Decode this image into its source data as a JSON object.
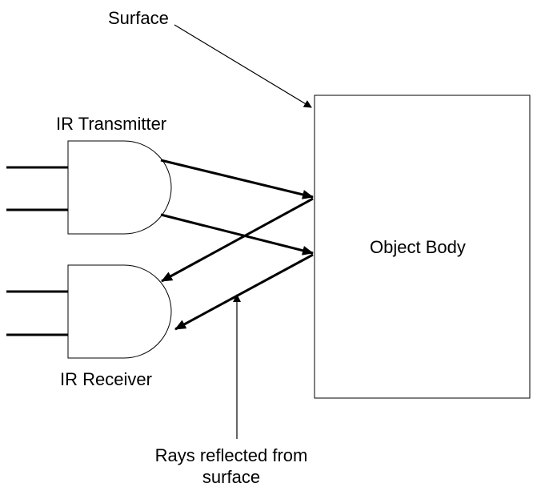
{
  "labels": {
    "surface": "Surface",
    "ir_transmitter": "IR Transmitter",
    "ir_receiver": "IR Receiver",
    "object_body": "Object Body",
    "rays_line1": "Rays reflected from",
    "rays_line2": "surface"
  },
  "colors": {
    "stroke": "#000000",
    "background": "#ffffff"
  }
}
